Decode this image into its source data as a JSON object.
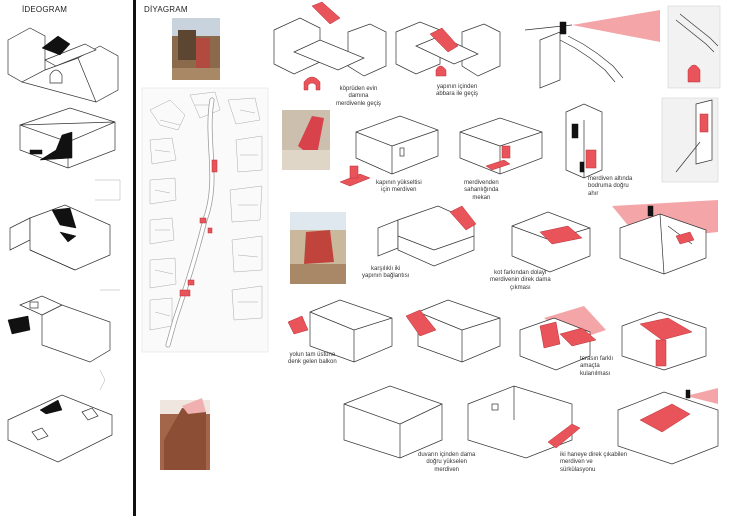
{
  "headings": {
    "ideogram": "İDEOGRAM",
    "diagram": "DİYAGRAM"
  },
  "captions": {
    "c1": [
      "köprüden evin",
      "damına",
      "merdivenle geçiş"
    ],
    "c2": [
      "yapının içinden",
      "abbara ile geçiş"
    ],
    "c3": [
      "kapının yükseltisi",
      "için merdiven"
    ],
    "c4": [
      "merdivenden",
      "sahanlığında",
      "mekan"
    ],
    "c5": [
      "merdiven altında",
      "bodruma doğru",
      "ahır"
    ],
    "c6": [
      "karşılıklı iki",
      "yapının bağlantısı"
    ],
    "c7": [
      "kot farkından dolayı",
      "merdivenin direk dama",
      "çıkması"
    ],
    "c8": [
      "yolun tam üstüne",
      "denk gelen balkon"
    ],
    "c9": [
      "terasın farklı",
      "amaçta",
      "kulanılması"
    ],
    "c10": [
      "duvarın içinden dama",
      "doğru yükselen",
      "merdiven"
    ],
    "c11": [
      "iki haneye direk çıkabilen",
      "merdiven ve",
      "sürkülasyonu"
    ]
  },
  "colors": {
    "accent_red": "#e8545a",
    "accent_pink": "#f4a5a8",
    "ink": "#111111"
  }
}
